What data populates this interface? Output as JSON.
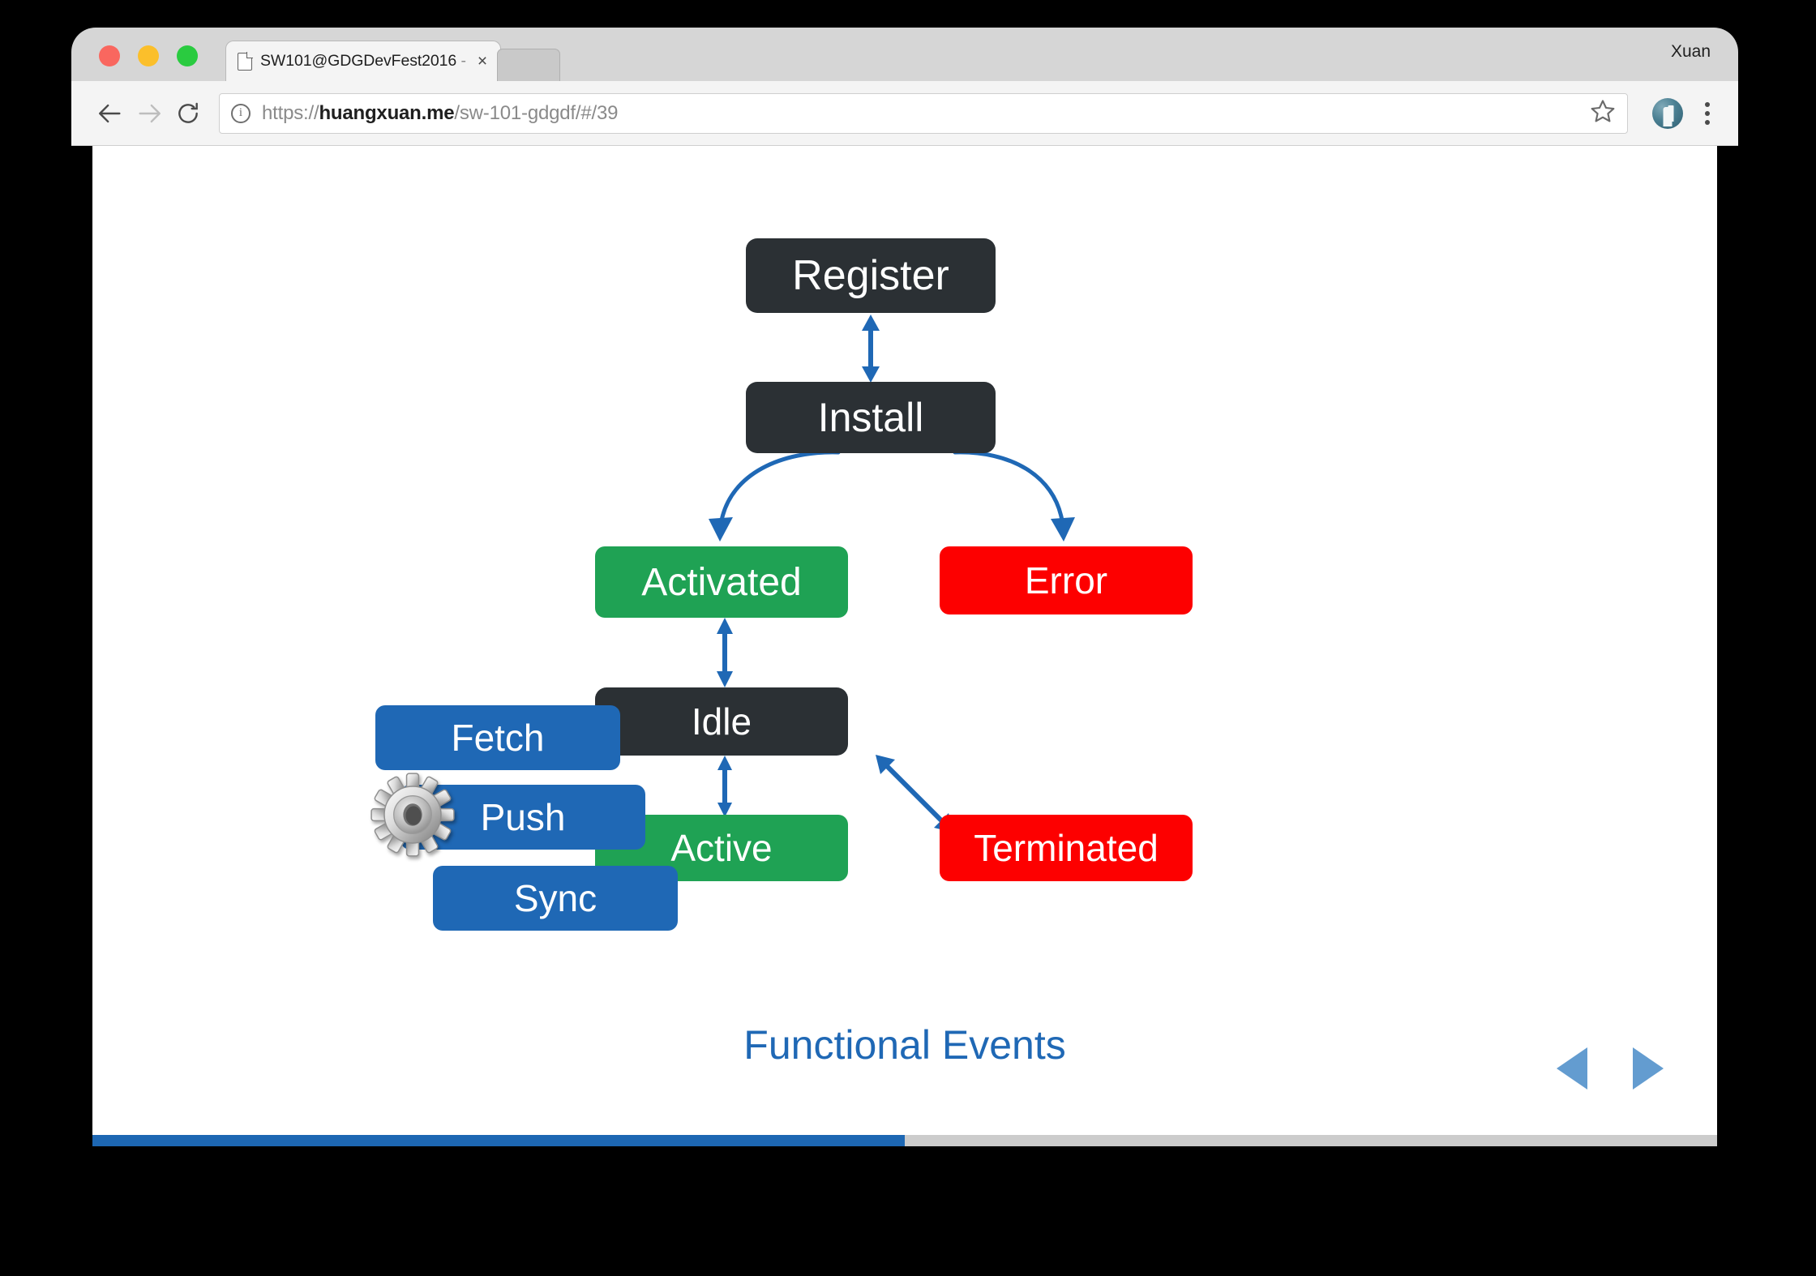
{
  "browser": {
    "traffic_lights": [
      "close",
      "minimize",
      "maximize"
    ],
    "tab": {
      "title": "SW101@GDGDevFest2016",
      "title_suffix": " - G",
      "close_label": "×",
      "favicon": "document-icon"
    },
    "profile_name": "Xuan",
    "toolbar": {
      "back_label": "back-arrow",
      "forward_label": "forward-arrow",
      "reload_label": "reload-arrow",
      "info_label": "i",
      "url_scheme": "https://",
      "url_host": "huangxuan.me",
      "url_path": "/sw-101-gdgdf/#/39",
      "star_label": "bookmark-star",
      "avatar_label": "profile-avatar",
      "menu_label": "three-dot-menu"
    }
  },
  "slide": {
    "caption": "Functional Events",
    "caption_color": "#1f68b5",
    "nav": {
      "prev_label": "previous-slide",
      "next_label": "next-slide"
    },
    "progress_percent": 50,
    "colors": {
      "dark": "#2b3034",
      "green": "#1fa254",
      "red": "#fd0000",
      "blue": "#1f68b5",
      "arrow": "#1f68b5",
      "progress_fill": "#1d67b3",
      "progress_track": "#cccccc",
      "nav_arrow": "#639cd0"
    },
    "nodes": {
      "register": {
        "label": "Register",
        "style": "dark"
      },
      "install": {
        "label": "Install",
        "style": "dark"
      },
      "activated": {
        "label": "Activated",
        "style": "green"
      },
      "error": {
        "label": "Error",
        "style": "red"
      },
      "idle": {
        "label": "Idle",
        "style": "dark"
      },
      "active": {
        "label": "Active",
        "style": "green"
      },
      "terminated": {
        "label": "Terminated",
        "style": "red"
      },
      "fetch": {
        "label": "Fetch",
        "style": "blue"
      },
      "push": {
        "label": "Push",
        "style": "blue"
      },
      "sync": {
        "label": "Sync",
        "style": "blue"
      }
    },
    "gear_icon": "gear-icon",
    "edges": [
      {
        "from": "Register",
        "to": "Install",
        "kind": "bidirectional-vertical"
      },
      {
        "from": "Install",
        "to": "Activated",
        "kind": "curved-down-left"
      },
      {
        "from": "Install",
        "to": "Error",
        "kind": "curved-down-right"
      },
      {
        "from": "Activated",
        "to": "Idle",
        "kind": "bidirectional-vertical"
      },
      {
        "from": "Idle",
        "to": "Active",
        "kind": "bidirectional-vertical"
      },
      {
        "from": "Active",
        "to": "Terminated",
        "kind": "bidirectional-diagonal"
      }
    ]
  }
}
